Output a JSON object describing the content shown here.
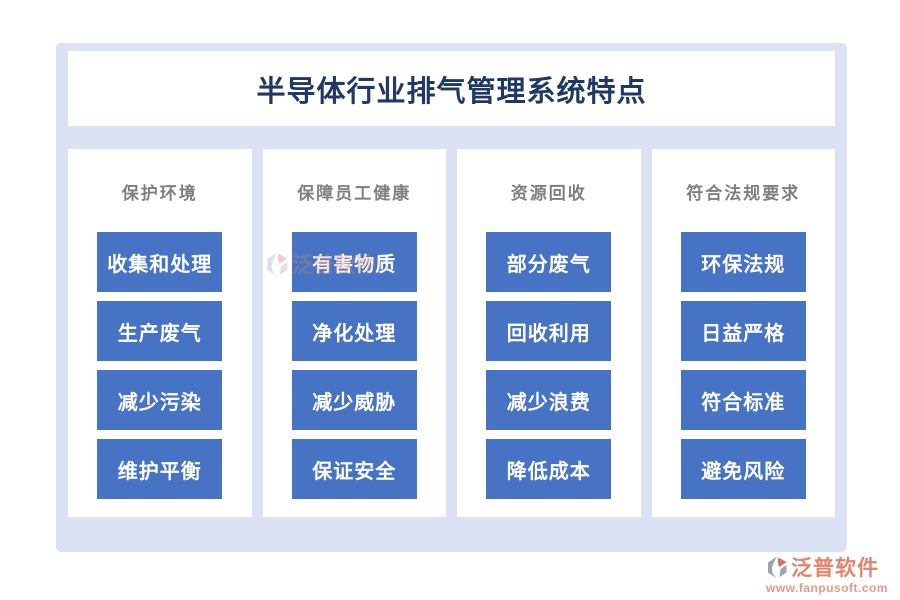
{
  "title": "半导体行业排气管理系统特点",
  "columns": [
    {
      "header": "保护环境",
      "items": [
        "收集和处理",
        "生产废气",
        "减少污染",
        "维护平衡"
      ]
    },
    {
      "header": "保障员工健康",
      "items": [
        "有害物质",
        "净化处理",
        "减少威胁",
        "保证安全"
      ]
    },
    {
      "header": "资源回收",
      "items": [
        "部分废气",
        "回收利用",
        "减少浪费",
        "降低成本"
      ]
    },
    {
      "header": "符合法规要求",
      "items": [
        "环保法规",
        "日益严格",
        "符合标准",
        "避免风险"
      ]
    }
  ],
  "branding": {
    "name": "泛普软件",
    "url": "www.fanpusoft.com"
  },
  "watermark": {
    "name": "泛普软件"
  },
  "colors": {
    "accent_blue": "#4673c3",
    "title_navy": "#1f3864",
    "board_lavender": "#dbe2f3",
    "header_grey": "#7f7f7f",
    "brand_coral": "#e2836b"
  }
}
